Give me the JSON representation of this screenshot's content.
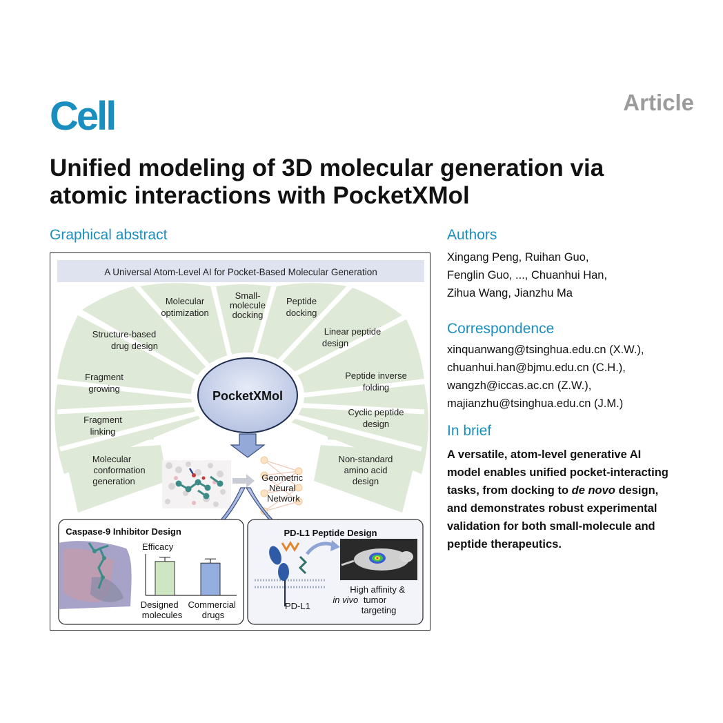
{
  "journal": {
    "logo": "Cell",
    "type": "Article"
  },
  "title_line1": "Unified modeling of 3D molecular generation via",
  "title_line2": "atomic interactions with PocketXMol",
  "graphical_abstract": {
    "heading": "Graphical abstract",
    "banner": "A Universal Atom-Level AI for Pocket-Based Molecular Generation",
    "center": "PocketXMol",
    "network_label": [
      "Geometric",
      "Neural",
      "Network"
    ],
    "tasks_left": [
      [
        "Molecular",
        "optimization"
      ],
      [
        "Structure-based",
        "drug design"
      ],
      [
        "Fragment",
        "growing"
      ],
      [
        "Fragment",
        "linking"
      ],
      [
        "Molecular",
        "conformation",
        "generation"
      ]
    ],
    "tasks_top": [
      [
        "Small-",
        "molecule",
        "docking"
      ]
    ],
    "tasks_right": [
      [
        "Peptide",
        "docking"
      ],
      [
        "Linear peptide",
        "design"
      ],
      [
        "Peptide inverse",
        "folding"
      ],
      [
        "Cyclic peptide",
        "design"
      ],
      [
        "Non-standard",
        "amino acid",
        "design"
      ]
    ],
    "panel_left": {
      "title": "Caspase-9 Inhibitor Design",
      "y_label": "Efficacy",
      "bars": [
        {
          "label": [
            "Designed",
            "molecules"
          ],
          "value": 0.82,
          "color": "#cfe6c2"
        },
        {
          "label": [
            "Commercial",
            "drugs"
          ],
          "value": 0.78,
          "color": "#95aee0"
        }
      ]
    },
    "panel_right": {
      "title": "PD-L1 Peptide Design",
      "receptor_label": "PD-L1",
      "caption": [
        "High affinity &",
        "in vivo",
        "tumor",
        "targeting"
      ]
    }
  },
  "authors": {
    "heading": "Authors",
    "lines": [
      "Xingang Peng, Ruihan Guo,",
      "Fenglin Guo, ..., Chuanhui Han,",
      "Zihua Wang, Jianzhu Ma"
    ]
  },
  "correspondence": {
    "heading": "Correspondence",
    "lines": [
      "xinquanwang@tsinghua.edu.cn (X.W.),",
      "chuanhui.han@bjmu.edu.cn (C.H.),",
      "wangzh@iccas.ac.cn (Z.W.),",
      "majianzhu@tsinghua.edu.cn (J.M.)"
    ]
  },
  "in_brief": {
    "heading": "In brief",
    "line1": "A versatile, atom-level generative AI",
    "line2": "model enables unified pocket-interacting",
    "line3_pre": "tasks, from docking to ",
    "line3_em": "de novo",
    "line3_post": " design,",
    "line4": "and demonstrates robust experimental",
    "line5": "validation for both small-molecule and",
    "line6": "peptide therapeutics."
  },
  "colors": {
    "cell_blue": "#1a8fbf",
    "fan_green": "#dfe9d7",
    "banner": "#dfe3ef",
    "bubble": "#c7d1ea"
  }
}
